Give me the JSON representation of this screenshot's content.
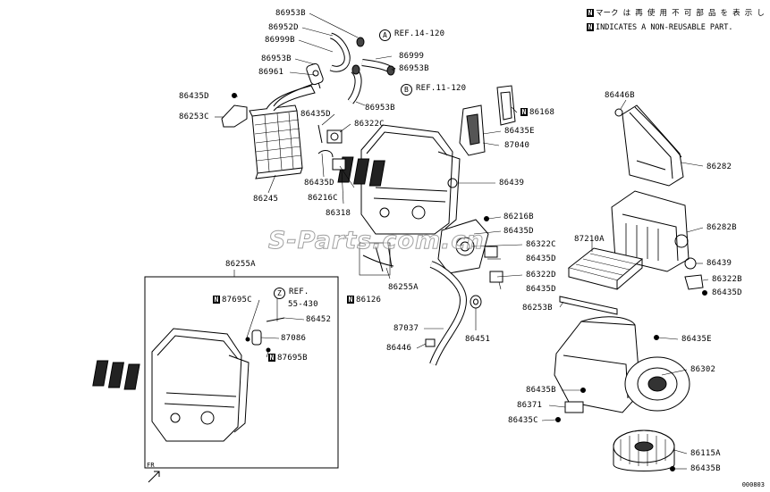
{
  "legend": {
    "line1_badge": "N",
    "line1_text": "マーク は 再 使 用 不 可 部 品 を 表 示 し ま す 。",
    "line2_badge": "N",
    "line2_text": "INDICATES A NON-REUSABLE PART."
  },
  "watermark": "S-Parts.com.cn",
  "drawing_code": "000803",
  "fr_label": "FR",
  "labels": {
    "p86953B_top": "86953B",
    "p86952D": "86952D",
    "p86999B": "86999B",
    "p86953B_mid": "86953B",
    "p86961": "86961",
    "p86435D_a": "86435D",
    "p86253C": "86253C",
    "p86245": "86245",
    "p86435D_b": "86435D",
    "p86322C_a": "86322C",
    "p86435D_c": "86435D",
    "p86216C": "86216C",
    "p86318": "86318",
    "ref_a_letter": "A",
    "ref_a_text": "REF.14-120",
    "p86999": "86999",
    "p86953B_r": "86953B",
    "ref_b_letter": "B",
    "ref_b_text": "REF.11-120",
    "p86953B_bot": "86953B",
    "p86168_badge": "N",
    "p86168": "86168",
    "p86435E_a": "86435E",
    "p87040": "87040",
    "p86439_a": "86439",
    "p86216B": "86216B",
    "p86435D_d": "86435D",
    "p86322C_b": "86322C",
    "p86435D_e": "86435D",
    "p86322D": "86322D",
    "p86435D_f": "86435D",
    "p86451": "86451",
    "p87037": "87037",
    "p86446_a": "86446",
    "p86255A_a": "86255A",
    "p86126_badge": "N",
    "p86126": "86126",
    "p86446_b": "86446B",
    "p86282": "86282",
    "p86282B": "86282B",
    "p87210A": "87210A",
    "p86439_b": "86439",
    "p86322B": "86322B",
    "p86435D_g": "86435D",
    "p86253B": "86253B",
    "p86435E_b": "86435E",
    "p86302": "86302",
    "p86435B_a": "86435B",
    "p86371": "86371",
    "p86435C": "86435C",
    "p86115A": "86115A",
    "p86435B_b": "86435B",
    "p86255A_b": "86255A",
    "p87695C_badge": "N",
    "p87695C": "87695C",
    "ref_z_letter": "Z",
    "ref_z_text1": "REF.",
    "ref_z_text2": "55-430",
    "p86452": "86452",
    "p87086": "87086",
    "p87695B_badge": "N",
    "p87695B": "87695B"
  }
}
